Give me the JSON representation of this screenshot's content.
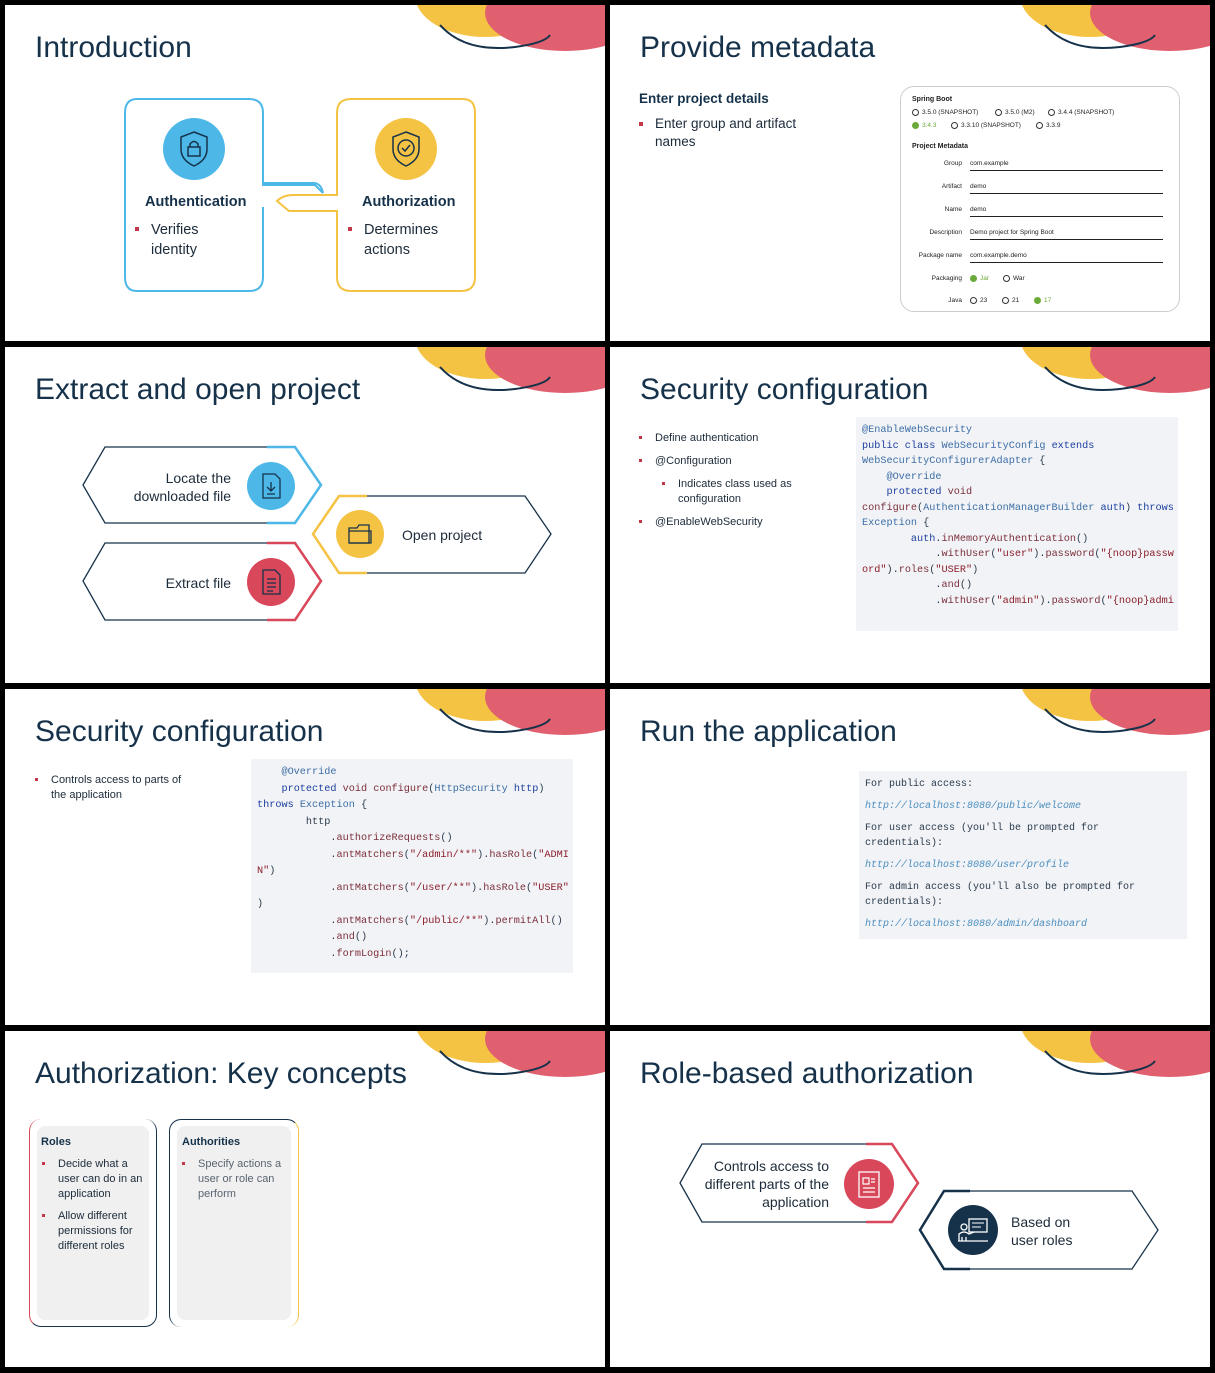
{
  "slides": {
    "s1": {
      "title": "Introduction",
      "auth_title": "Authentication",
      "auth_bullet": "Verifies identity",
      "authz_title": "Authorization",
      "authz_bullet": "Determines actions"
    },
    "s2": {
      "title": "Provide metadata",
      "heading": "Enter project details",
      "bullet": "Enter group and artifact names",
      "spring_boot_label": "Spring Boot",
      "versions": [
        "3.5.0 (SNAPSHOT)",
        "3.5.0 (M2)",
        "3.4.4 (SNAPSHOT)",
        "3.4.3",
        "3.3.10 (SNAPSHOT)",
        "3.3.9"
      ],
      "metadata_label": "Project Metadata",
      "fields": [
        {
          "label": "Group",
          "value": "com.example"
        },
        {
          "label": "Artifact",
          "value": "demo"
        },
        {
          "label": "Name",
          "value": "demo"
        },
        {
          "label": "Description",
          "value": "Demo project for Spring Boot"
        },
        {
          "label": "Package name",
          "value": "com.example.demo"
        }
      ],
      "packaging_label": "Packaging",
      "packaging": [
        "Jar",
        "War"
      ],
      "java_label": "Java",
      "java": [
        "23",
        "21",
        "17"
      ]
    },
    "s3": {
      "title": "Extract and open project",
      "step_locate": "Locate the downloaded file",
      "step_open": "Open project",
      "step_extract": "Extract file"
    },
    "s4": {
      "title": "Security configuration",
      "bullets": [
        "Define authentication",
        "@Configuration",
        "Indicates class used as configuration",
        "@EnableWebSecurity"
      ]
    },
    "s5": {
      "title": "Security configuration",
      "bullet": "Controls access to parts of the application"
    },
    "s6": {
      "title": "Run the application",
      "lines": [
        "For public access:",
        "http://localhost:8080/public/welcome",
        "For user access (you'll be prompted for credentials):",
        "http://localhost:8080/user/profile",
        "For admin access (you'll also be prompted for credentials):",
        "http://localhost:8080/admin/dashboard"
      ]
    },
    "s7": {
      "title": "Authorization: Key concepts",
      "roles_title": "Roles",
      "roles_bullets": [
        "Decide what a user can do in an application",
        "Allow different permissions for different roles"
      ],
      "auth_title": "Authorities",
      "auth_bullets": [
        "Specify actions a user or role can perform"
      ]
    },
    "s8": {
      "title": "Role-based authorization",
      "left_text": "Controls access to different parts of the application",
      "right_text": "Based on user roles"
    }
  },
  "icons": {
    "auth": "lock-shield-icon",
    "authz": "check-shield-icon",
    "locate": "download-file-icon",
    "open": "folder-icon",
    "extract": "document-icon",
    "access": "document-list-icon",
    "roles": "presenter-icon"
  },
  "colors": {
    "navy": "#16324a",
    "blue": "#4db8e8",
    "yellow": "#f5c344",
    "red": "#d9475a",
    "pink": "#e0606f",
    "green": "#6aaa3a"
  }
}
